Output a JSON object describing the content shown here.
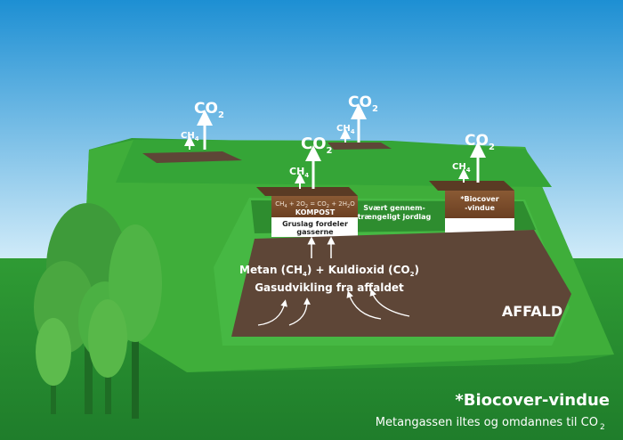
{
  "gas": {
    "co2": "CO",
    "co2_sub": "2",
    "ch4": "CH",
    "ch4_sub": "4"
  },
  "compost": {
    "reaction_a": "CH",
    "reaction_a_sub": "4",
    "reaction_b": " + 2O",
    "reaction_b_sub": "2",
    "reaction_c": " = CO",
    "reaction_c_sub": "2",
    "reaction_d": " + 2H",
    "reaction_d_sub": "2",
    "reaction_e": "O",
    "label": "KOMPOST",
    "gravel_line1": "Gruslag fordeler",
    "gravel_line2": "gasserne"
  },
  "soil": {
    "line1": "Svært gennem-",
    "line2": "trængeligt jordlag"
  },
  "biocover_window": {
    "line1": "*Biocover",
    "line2": "-vindue"
  },
  "waste": {
    "line1_a": "Metan (CH",
    "line1_sub1": "4",
    "line1_b": ") + Kuldioxid (CO",
    "line1_sub2": "2",
    "line1_c": ")",
    "line2": "Gasudvikling fra affaldet",
    "label": "AFFALD"
  },
  "footnote": {
    "title": "*Biocover-vindue",
    "text": "Metangassen iltes og omdannes til CO",
    "text_sub": "2"
  },
  "colors": {
    "sky_top": "#1d8fd3",
    "sky_bottom": "#cfeaf9",
    "grass": "#3aa935",
    "mound_top": "#2f9e36",
    "mound_side": "#43b53c",
    "brown": "#5e4637",
    "compost": "#7a4a2a"
  }
}
